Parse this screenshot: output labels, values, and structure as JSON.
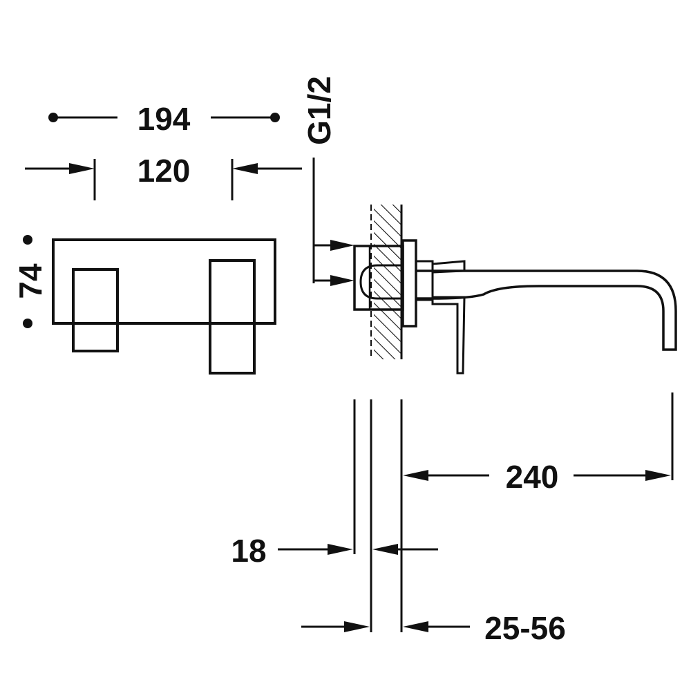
{
  "dimensions": {
    "overall_width": "194",
    "handle_spacing": "120",
    "thread": "G1/2",
    "height": "74",
    "spout_reach": "240",
    "plate_thickness": "18",
    "wall_range": "25-56"
  },
  "colors": {
    "line": "#111111",
    "background": "#ffffff"
  }
}
